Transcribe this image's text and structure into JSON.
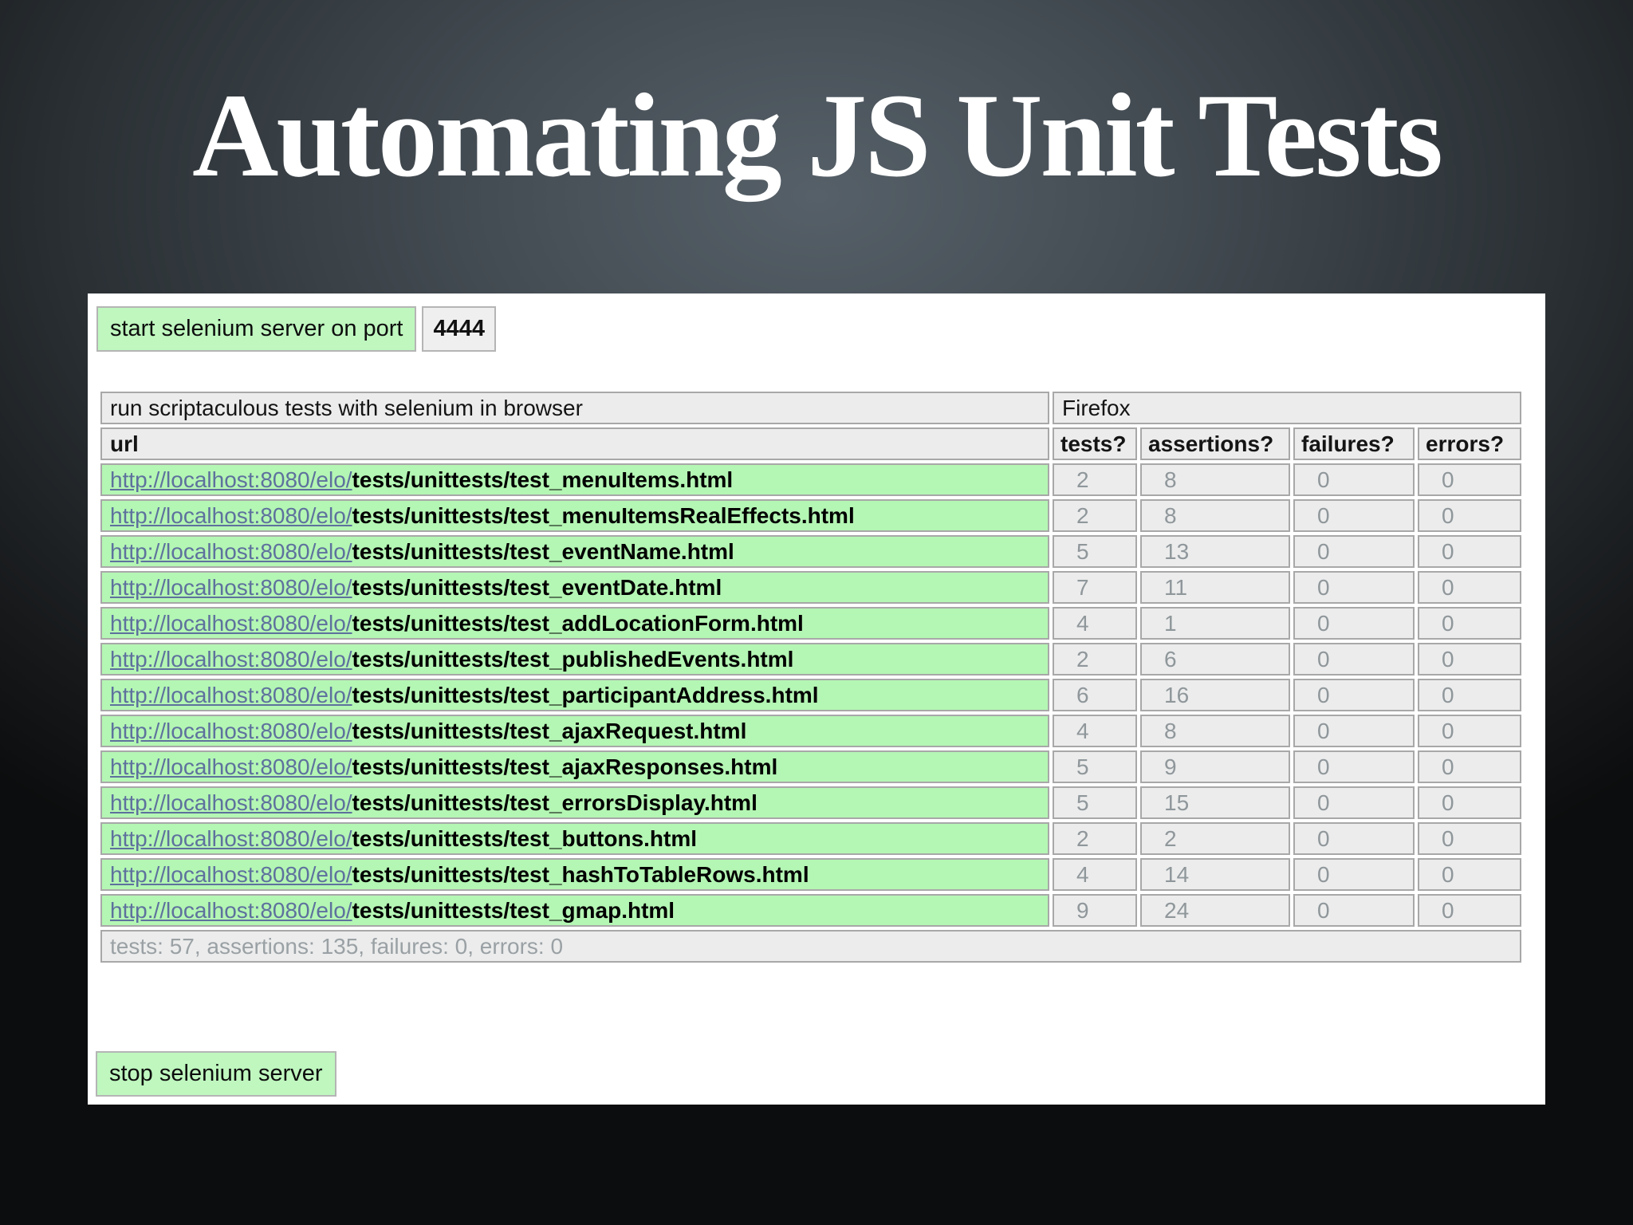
{
  "slide": {
    "title": "Automating JS Unit Tests"
  },
  "panel": {
    "start_button": {
      "label": "start selenium server on port"
    },
    "port_field": {
      "value": "4444"
    },
    "stop_button": {
      "label": "stop selenium server"
    },
    "table": {
      "group_header": {
        "left": "run scriptaculous tests with selenium in browser",
        "browser": "Firefox"
      },
      "columns": [
        "url",
        "tests?",
        "assertions?",
        "failures?",
        "errors?"
      ],
      "link_prefix": "http://localhost:8080/elo/",
      "rows": [
        {
          "path": "tests/unittests/test_menuItems.html",
          "tests": "2",
          "assertions": "8",
          "failures": "0",
          "errors": "0"
        },
        {
          "path": "tests/unittests/test_menuItemsRealEffects.html",
          "tests": "2",
          "assertions": "8",
          "failures": "0",
          "errors": "0"
        },
        {
          "path": "tests/unittests/test_eventName.html",
          "tests": "5",
          "assertions": "13",
          "failures": "0",
          "errors": "0"
        },
        {
          "path": "tests/unittests/test_eventDate.html",
          "tests": "7",
          "assertions": "11",
          "failures": "0",
          "errors": "0"
        },
        {
          "path": "tests/unittests/test_addLocationForm.html",
          "tests": "4",
          "assertions": "1",
          "failures": "0",
          "errors": "0"
        },
        {
          "path": "tests/unittests/test_publishedEvents.html",
          "tests": "2",
          "assertions": "6",
          "failures": "0",
          "errors": "0"
        },
        {
          "path": "tests/unittests/test_participantAddress.html",
          "tests": "6",
          "assertions": "16",
          "failures": "0",
          "errors": "0"
        },
        {
          "path": "tests/unittests/test_ajaxRequest.html",
          "tests": "4",
          "assertions": "8",
          "failures": "0",
          "errors": "0"
        },
        {
          "path": "tests/unittests/test_ajaxResponses.html",
          "tests": "5",
          "assertions": "9",
          "failures": "0",
          "errors": "0"
        },
        {
          "path": "tests/unittests/test_errorsDisplay.html",
          "tests": "5",
          "assertions": "15",
          "failures": "0",
          "errors": "0"
        },
        {
          "path": "tests/unittests/test_buttons.html",
          "tests": "2",
          "assertions": "2",
          "failures": "0",
          "errors": "0"
        },
        {
          "path": "tests/unittests/test_hashToTableRows.html",
          "tests": "4",
          "assertions": "14",
          "failures": "0",
          "errors": "0"
        },
        {
          "path": "tests/unittests/test_gmap.html",
          "tests": "9",
          "assertions": "24",
          "failures": "0",
          "errors": "0"
        }
      ],
      "summary": "tests: 57, assertions: 135, failures: 0, errors: 0"
    }
  },
  "colors": {
    "row_green": "#b4f6b4",
    "button_green": "#bff7bf",
    "cell_gray": "#ececec",
    "link_blue": "#5e719d",
    "panel_white": "#ffffff",
    "background_dark": "#17191b"
  }
}
